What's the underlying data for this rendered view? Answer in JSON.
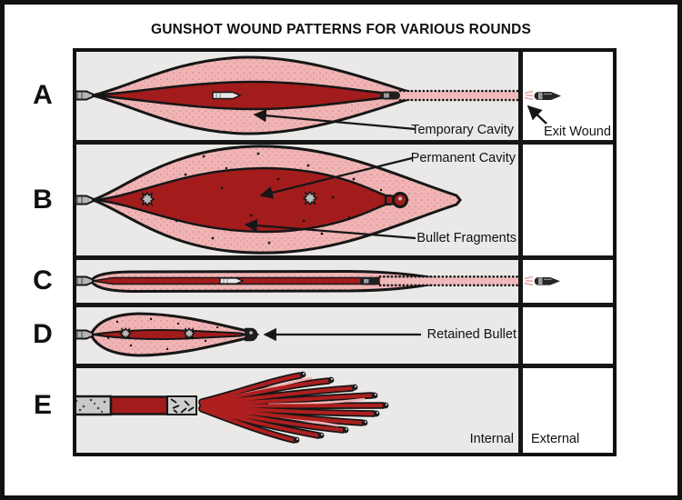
{
  "title": "GUNSHOT WOUND PATTERNS FOR VARIOUS ROUNDS",
  "row_letters": [
    "A",
    "B",
    "C",
    "D",
    "E"
  ],
  "labels": {
    "temporary_cavity": "Temporary Cavity",
    "exit_wound": "Exit Wound",
    "permanent_cavity": "Permanent Cavity",
    "bullet_fragments": "Bullet Fragments",
    "retained_bullet": "Retained Bullet",
    "internal": "Internal",
    "external": "External"
  },
  "colors": {
    "temporary_cavity_pink": "#f0b4b5",
    "permanent_cavity_red": "#a31c1c",
    "shotgun_track_red": "#ae1f1f",
    "internal_background": "#eae9e7",
    "external_background": "#ffffff",
    "outline_black": "#161616"
  }
}
